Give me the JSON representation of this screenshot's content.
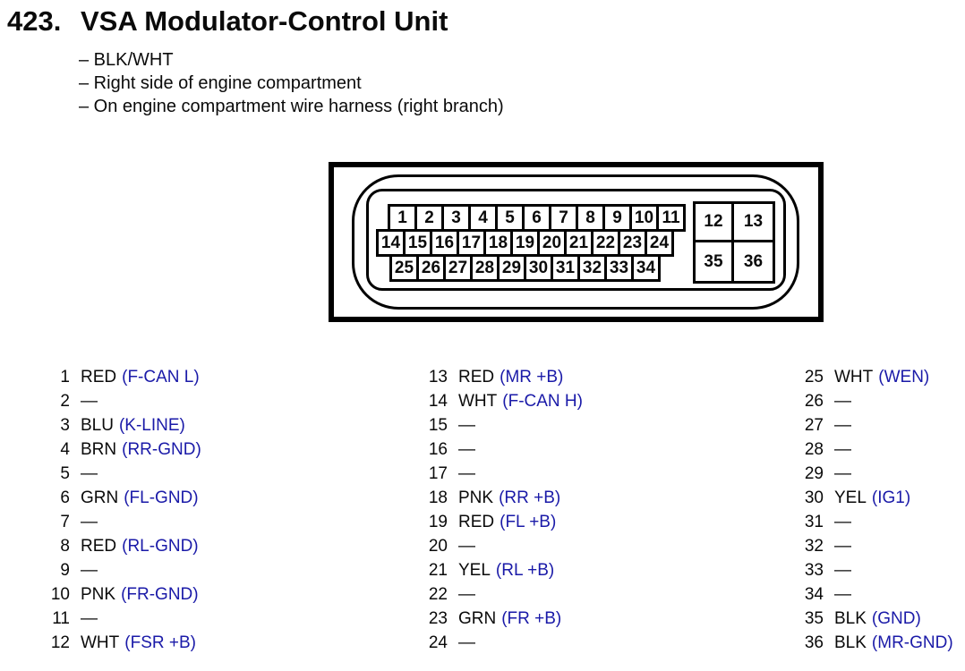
{
  "header": {
    "number": "423.",
    "title": "VSA Modulator-Control Unit",
    "notes": [
      "– BLK/WHT",
      "– Right side of engine compartment",
      "– On engine compartment wire harness (right branch)"
    ]
  },
  "connector": {
    "pin_rows": [
      [
        "1",
        "2",
        "3",
        "4",
        "5",
        "6",
        "7",
        "8",
        "9",
        "10",
        "11"
      ],
      [
        "14",
        "15",
        "16",
        "17",
        "18",
        "19",
        "20",
        "21",
        "22",
        "23",
        "24"
      ],
      [
        "25",
        "26",
        "27",
        "28",
        "29",
        "30",
        "31",
        "32",
        "33",
        "34"
      ]
    ],
    "corner_block": [
      "12",
      "13",
      "35",
      "36"
    ]
  },
  "pinout": {
    "columns": [
      {
        "pins": [
          {
            "num": "1",
            "wire": "RED",
            "signal": "(F-CAN L)"
          },
          {
            "num": "2",
            "wire": "—",
            "signal": ""
          },
          {
            "num": "3",
            "wire": "BLU",
            "signal": "(K-LINE)"
          },
          {
            "num": "4",
            "wire": "BRN",
            "signal": "(RR-GND)"
          },
          {
            "num": "5",
            "wire": "—",
            "signal": ""
          },
          {
            "num": "6",
            "wire": "GRN",
            "signal": "(FL-GND)"
          },
          {
            "num": "7",
            "wire": "—",
            "signal": ""
          },
          {
            "num": "8",
            "wire": "RED",
            "signal": "(RL-GND)"
          },
          {
            "num": "9",
            "wire": "—",
            "signal": ""
          },
          {
            "num": "10",
            "wire": "PNK",
            "signal": "(FR-GND)"
          },
          {
            "num": "11",
            "wire": "—",
            "signal": ""
          },
          {
            "num": "12",
            "wire": "WHT",
            "signal": "(FSR +B)"
          }
        ]
      },
      {
        "pins": [
          {
            "num": "13",
            "wire": "RED",
            "signal": "(MR +B)"
          },
          {
            "num": "14",
            "wire": "WHT",
            "signal": "(F-CAN H)"
          },
          {
            "num": "15",
            "wire": "—",
            "signal": ""
          },
          {
            "num": "16",
            "wire": "—",
            "signal": ""
          },
          {
            "num": "17",
            "wire": "—",
            "signal": ""
          },
          {
            "num": "18",
            "wire": "PNK",
            "signal": "(RR +B)"
          },
          {
            "num": "19",
            "wire": "RED",
            "signal": "(FL +B)"
          },
          {
            "num": "20",
            "wire": "—",
            "signal": ""
          },
          {
            "num": "21",
            "wire": "YEL",
            "signal": "(RL +B)"
          },
          {
            "num": "22",
            "wire": "—",
            "signal": ""
          },
          {
            "num": "23",
            "wire": "GRN",
            "signal": "(FR +B)"
          },
          {
            "num": "24",
            "wire": "—",
            "signal": ""
          }
        ]
      },
      {
        "pins": [
          {
            "num": "25",
            "wire": "WHT",
            "signal": "(WEN)"
          },
          {
            "num": "26",
            "wire": "—",
            "signal": ""
          },
          {
            "num": "27",
            "wire": "—",
            "signal": ""
          },
          {
            "num": "28",
            "wire": "—",
            "signal": ""
          },
          {
            "num": "29",
            "wire": "—",
            "signal": ""
          },
          {
            "num": "30",
            "wire": "YEL",
            "signal": "(IG1)"
          },
          {
            "num": "31",
            "wire": "—",
            "signal": ""
          },
          {
            "num": "32",
            "wire": "—",
            "signal": ""
          },
          {
            "num": "33",
            "wire": "—",
            "signal": ""
          },
          {
            "num": "34",
            "wire": "—",
            "signal": ""
          },
          {
            "num": "35",
            "wire": "BLK",
            "signal": "(GND)"
          },
          {
            "num": "36",
            "wire": "BLK",
            "signal": "(MR-GND)"
          }
        ]
      }
    ]
  },
  "colors": {
    "ink": "#0a0a0a",
    "signal_blue": "#1a1aa8",
    "paper": "#ffffff"
  }
}
